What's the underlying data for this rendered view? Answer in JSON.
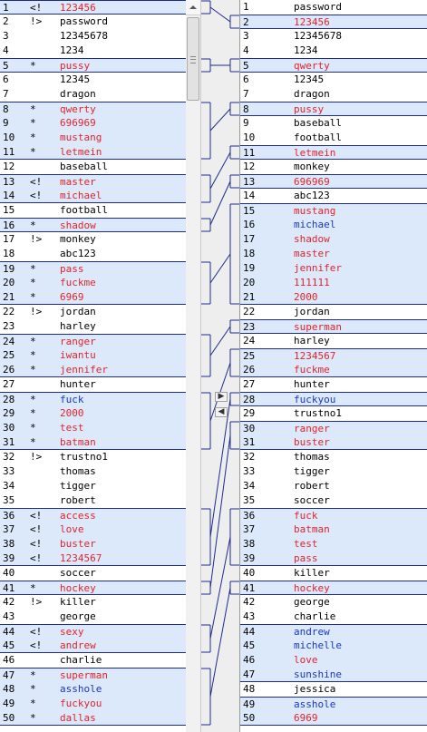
{
  "compare": {
    "copy_right_icon": "arrow-right-icon",
    "copy_left_icon": "arrow-left-icon",
    "colors": {
      "changed_bg": "#dbe9fb",
      "changed_text": "#e4232a",
      "inserted_text": "#1a37c6",
      "link_line": "#1d2c8f"
    },
    "left_rows": [
      {
        "ln": "1",
        "mk": "<!",
        "text": "123456",
        "color": "red",
        "diff": true
      },
      {
        "ln": "2",
        "mk": "!>",
        "text": "password",
        "color": "",
        "diff": false
      },
      {
        "ln": "3",
        "mk": "",
        "text": "12345678",
        "color": "",
        "diff": false
      },
      {
        "ln": "4",
        "mk": "",
        "text": "1234",
        "color": "",
        "diff": false
      },
      {
        "ln": "5",
        "mk": "*",
        "text": "pussy",
        "color": "red",
        "diff": true
      },
      {
        "ln": "6",
        "mk": "",
        "text": "12345",
        "color": "",
        "diff": false
      },
      {
        "ln": "7",
        "mk": "",
        "text": "dragon",
        "color": "",
        "diff": false
      },
      {
        "ln": "8",
        "mk": "*",
        "text": "qwerty",
        "color": "red",
        "diff": true
      },
      {
        "ln": "9",
        "mk": "*",
        "text": "696969",
        "color": "red",
        "diff": true
      },
      {
        "ln": "10",
        "mk": "*",
        "text": "mustang",
        "color": "red",
        "diff": true
      },
      {
        "ln": "11",
        "mk": "*",
        "text": "letmein",
        "color": "red",
        "diff": true
      },
      {
        "ln": "12",
        "mk": "",
        "text": "baseball",
        "color": "",
        "diff": false
      },
      {
        "ln": "13",
        "mk": "<!",
        "text": "master",
        "color": "red",
        "diff": true
      },
      {
        "ln": "14",
        "mk": "<!",
        "text": "michael",
        "color": "red",
        "diff": true
      },
      {
        "ln": "15",
        "mk": "",
        "text": "football",
        "color": "",
        "diff": false
      },
      {
        "ln": "16",
        "mk": "*",
        "text": "shadow",
        "color": "red",
        "diff": true
      },
      {
        "ln": "17",
        "mk": "!>",
        "text": "monkey",
        "color": "",
        "diff": false
      },
      {
        "ln": "18",
        "mk": "",
        "text": "abc123",
        "color": "",
        "diff": false
      },
      {
        "ln": "19",
        "mk": "*",
        "text": "pass",
        "color": "red",
        "diff": true
      },
      {
        "ln": "20",
        "mk": "*",
        "text": "fuckme",
        "color": "red",
        "diff": true
      },
      {
        "ln": "21",
        "mk": "*",
        "text": "6969",
        "color": "red",
        "diff": true
      },
      {
        "ln": "22",
        "mk": "!>",
        "text": "jordan",
        "color": "",
        "diff": false
      },
      {
        "ln": "23",
        "mk": "",
        "text": "harley",
        "color": "",
        "diff": false
      },
      {
        "ln": "24",
        "mk": "*",
        "text": "ranger",
        "color": "red",
        "diff": true
      },
      {
        "ln": "25",
        "mk": "*",
        "text": "iwantu",
        "color": "red",
        "diff": true
      },
      {
        "ln": "26",
        "mk": "*",
        "text": "jennifer",
        "color": "red",
        "diff": true
      },
      {
        "ln": "27",
        "mk": "",
        "text": "hunter",
        "color": "",
        "diff": false
      },
      {
        "ln": "28",
        "mk": "*",
        "text": "fuck",
        "color": "blue",
        "diff": true
      },
      {
        "ln": "29",
        "mk": "*",
        "text": "2000",
        "color": "red",
        "diff": true
      },
      {
        "ln": "30",
        "mk": "*",
        "text": "test",
        "color": "red",
        "diff": true
      },
      {
        "ln": "31",
        "mk": "*",
        "text": "batman",
        "color": "red",
        "diff": true
      },
      {
        "ln": "32",
        "mk": "!>",
        "text": "trustno1",
        "color": "",
        "diff": false
      },
      {
        "ln": "33",
        "mk": "",
        "text": "thomas",
        "color": "",
        "diff": false
      },
      {
        "ln": "34",
        "mk": "",
        "text": "tigger",
        "color": "",
        "diff": false
      },
      {
        "ln": "35",
        "mk": "",
        "text": "robert",
        "color": "",
        "diff": false
      },
      {
        "ln": "36",
        "mk": "<!",
        "text": "access",
        "color": "red",
        "diff": true
      },
      {
        "ln": "37",
        "mk": "<!",
        "text": "love",
        "color": "red",
        "diff": true
      },
      {
        "ln": "38",
        "mk": "<!",
        "text": "buster",
        "color": "red",
        "diff": true
      },
      {
        "ln": "39",
        "mk": "<!",
        "text": "1234567",
        "color": "red",
        "diff": true
      },
      {
        "ln": "40",
        "mk": "",
        "text": "soccer",
        "color": "",
        "diff": false
      },
      {
        "ln": "41",
        "mk": "*",
        "text": "hockey",
        "color": "red",
        "diff": true
      },
      {
        "ln": "42",
        "mk": "!>",
        "text": "killer",
        "color": "",
        "diff": false
      },
      {
        "ln": "43",
        "mk": "",
        "text": "george",
        "color": "",
        "diff": false
      },
      {
        "ln": "44",
        "mk": "<!",
        "text": "sexy",
        "color": "red",
        "diff": true
      },
      {
        "ln": "45",
        "mk": "<!",
        "text": "andrew",
        "color": "red",
        "diff": true
      },
      {
        "ln": "46",
        "mk": "",
        "text": "charlie",
        "color": "",
        "diff": false
      },
      {
        "ln": "47",
        "mk": "*",
        "text": "superman",
        "color": "red",
        "diff": true
      },
      {
        "ln": "48",
        "mk": "*",
        "text": "asshole",
        "color": "blue",
        "diff": true
      },
      {
        "ln": "49",
        "mk": "*",
        "text": "fuckyou",
        "color": "red",
        "diff": true
      },
      {
        "ln": "50",
        "mk": "*",
        "text": "dallas",
        "color": "red",
        "diff": true
      }
    ],
    "right_rows": [
      {
        "ln": "1",
        "mk": "",
        "text": "password",
        "color": "",
        "diff": false
      },
      {
        "ln": "2",
        "mk": "",
        "text": "123456",
        "color": "red",
        "diff": true
      },
      {
        "ln": "3",
        "mk": "",
        "text": "12345678",
        "color": "",
        "diff": false
      },
      {
        "ln": "4",
        "mk": "",
        "text": "1234",
        "color": "",
        "diff": false
      },
      {
        "ln": "5",
        "mk": "",
        "text": "qwerty",
        "color": "red",
        "diff": true
      },
      {
        "ln": "6",
        "mk": "",
        "text": "12345",
        "color": "",
        "diff": false
      },
      {
        "ln": "7",
        "mk": "",
        "text": "dragon",
        "color": "",
        "diff": false
      },
      {
        "ln": "8",
        "mk": "",
        "text": "pussy",
        "color": "red",
        "diff": true
      },
      {
        "ln": "9",
        "mk": "",
        "text": "baseball",
        "color": "",
        "diff": false
      },
      {
        "ln": "10",
        "mk": "",
        "text": "football",
        "color": "",
        "diff": false
      },
      {
        "ln": "11",
        "mk": "",
        "text": "letmein",
        "color": "red",
        "diff": true
      },
      {
        "ln": "12",
        "mk": "",
        "text": "monkey",
        "color": "",
        "diff": false
      },
      {
        "ln": "13",
        "mk": "",
        "text": "696969",
        "color": "red",
        "diff": true
      },
      {
        "ln": "14",
        "mk": "",
        "text": "abc123",
        "color": "",
        "diff": false
      },
      {
        "ln": "15",
        "mk": "",
        "text": "mustang",
        "color": "red",
        "diff": true
      },
      {
        "ln": "16",
        "mk": "",
        "text": "michael",
        "color": "blue",
        "diff": true
      },
      {
        "ln": "17",
        "mk": "",
        "text": "shadow",
        "color": "red",
        "diff": true
      },
      {
        "ln": "18",
        "mk": "",
        "text": "master",
        "color": "red",
        "diff": true
      },
      {
        "ln": "19",
        "mk": "",
        "text": "jennifer",
        "color": "red",
        "diff": true
      },
      {
        "ln": "20",
        "mk": "",
        "text": "111111",
        "color": "red",
        "diff": true
      },
      {
        "ln": "21",
        "mk": "",
        "text": "2000",
        "color": "red",
        "diff": true
      },
      {
        "ln": "22",
        "mk": "",
        "text": "jordan",
        "color": "",
        "diff": false
      },
      {
        "ln": "23",
        "mk": "",
        "text": "superman",
        "color": "red",
        "diff": true
      },
      {
        "ln": "24",
        "mk": "",
        "text": "harley",
        "color": "",
        "diff": false
      },
      {
        "ln": "25",
        "mk": "",
        "text": "1234567",
        "color": "red",
        "diff": true
      },
      {
        "ln": "26",
        "mk": "",
        "text": "fuckme",
        "color": "red",
        "diff": true
      },
      {
        "ln": "27",
        "mk": "",
        "text": "hunter",
        "color": "",
        "diff": false
      },
      {
        "ln": "28",
        "mk": "",
        "text": "fuckyou",
        "color": "blue",
        "diff": true
      },
      {
        "ln": "29",
        "mk": "",
        "text": "trustno1",
        "color": "",
        "diff": false
      },
      {
        "ln": "30",
        "mk": "",
        "text": "ranger",
        "color": "red",
        "diff": true
      },
      {
        "ln": "31",
        "mk": "",
        "text": "buster",
        "color": "red",
        "diff": true
      },
      {
        "ln": "32",
        "mk": "",
        "text": "thomas",
        "color": "",
        "diff": false
      },
      {
        "ln": "33",
        "mk": "",
        "text": "tigger",
        "color": "",
        "diff": false
      },
      {
        "ln": "34",
        "mk": "",
        "text": "robert",
        "color": "",
        "diff": false
      },
      {
        "ln": "35",
        "mk": "",
        "text": "soccer",
        "color": "",
        "diff": false
      },
      {
        "ln": "36",
        "mk": "",
        "text": "fuck",
        "color": "red",
        "diff": true
      },
      {
        "ln": "37",
        "mk": "",
        "text": "batman",
        "color": "red",
        "diff": true
      },
      {
        "ln": "38",
        "mk": "",
        "text": "test",
        "color": "red",
        "diff": true
      },
      {
        "ln": "39",
        "mk": "",
        "text": "pass",
        "color": "red",
        "diff": true
      },
      {
        "ln": "40",
        "mk": "",
        "text": "killer",
        "color": "",
        "diff": false
      },
      {
        "ln": "41",
        "mk": "",
        "text": "hockey",
        "color": "red",
        "diff": true
      },
      {
        "ln": "42",
        "mk": "",
        "text": "george",
        "color": "",
        "diff": false
      },
      {
        "ln": "43",
        "mk": "",
        "text": "charlie",
        "color": "",
        "diff": false
      },
      {
        "ln": "44",
        "mk": "",
        "text": "andrew",
        "color": "blue",
        "diff": true
      },
      {
        "ln": "45",
        "mk": "",
        "text": "michelle",
        "color": "blue",
        "diff": true
      },
      {
        "ln": "46",
        "mk": "",
        "text": "love",
        "color": "red",
        "diff": true
      },
      {
        "ln": "47",
        "mk": "",
        "text": "sunshine",
        "color": "blue",
        "diff": true
      },
      {
        "ln": "48",
        "mk": "",
        "text": "jessica",
        "color": "",
        "diff": false
      },
      {
        "ln": "49",
        "mk": "",
        "text": "asshole",
        "color": "blue",
        "diff": true
      },
      {
        "ln": "50",
        "mk": "",
        "text": "6969",
        "color": "red",
        "diff": true
      }
    ]
  }
}
